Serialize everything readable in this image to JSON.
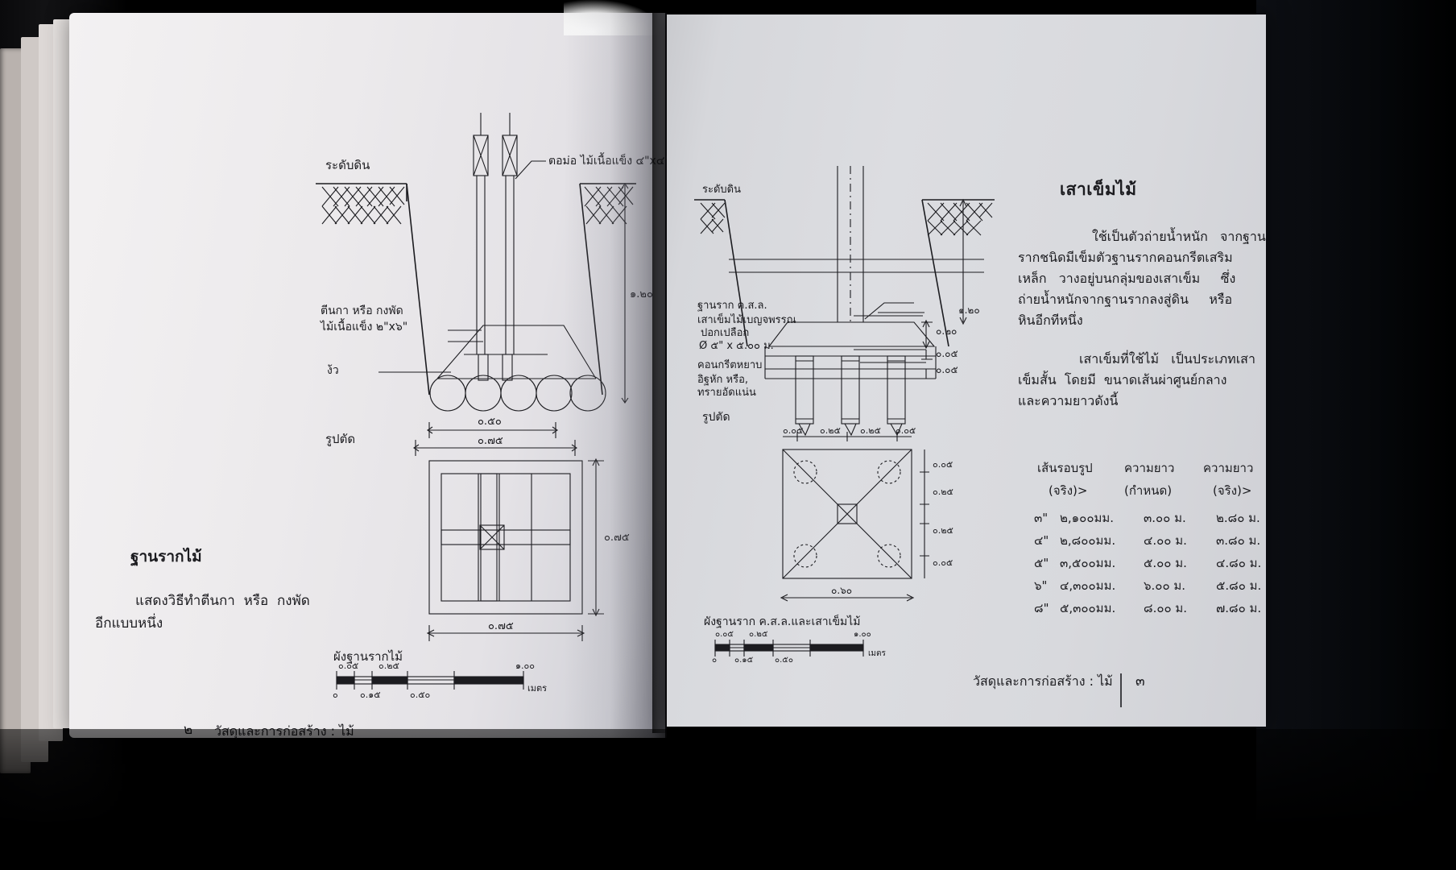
{
  "document": {
    "type": "scanned-book-spread",
    "language": "Thai",
    "subject": "Wood foundations and timber piles"
  },
  "left_page": {
    "folio": "๒",
    "footer": "วัสดุและการก่อสร้าง : ไม้",
    "figure_top": {
      "caption": "รูปตัด",
      "labels": {
        "ground_level": "ระดับดิน",
        "post": "ตอม่อ ไม้เนื้อแข็ง ๔\"x๔\"",
        "spreader_1": "ตีนกา หรือ กงพัด",
        "spreader_2": "ไม้เนื้อแข็ง ๒\"x๖\"",
        "logs": "ง้ว"
      },
      "dimensions": {
        "depth": "๑.๒๐",
        "inner_width": "๐.๕๐",
        "outer_width": "๐.๗๕"
      }
    },
    "figure_bottom": {
      "caption": "ผังฐานรากไม้",
      "dimensions": {
        "height": "๐.๗๕",
        "width": "๐.๗๕"
      },
      "scale_bar": {
        "ticks": [
          "๐",
          "๐.๐๕",
          "๐.๑๕",
          "๐.๒๕",
          "๐.๕๐",
          "๑.๐๐"
        ],
        "unit": "เมตร"
      }
    },
    "body": {
      "heading": "ฐานรากไม้",
      "paragraph_line1": "แสดงวิธีทำตีนกา  หรือ  กงพัด",
      "paragraph_line2": "อีกแบบหนึ่ง"
    }
  },
  "right_page": {
    "folio": "๓",
    "footer": "วัสดุและการก่อสร้าง : ไม้",
    "figure_top": {
      "caption": "รูปตัด",
      "labels": {
        "ground_level": "ระดับดิน",
        "footing": "ฐานราก ค.ส.ล.",
        "pile_1": "เสาเข็มไม้เบญจพรรณ",
        "pile_2": "ปอกเปลือก",
        "pile_3": "Ø ๕\" x ๕.๐๐ ม.",
        "lean_concrete": "คอนกรีตหยาบ",
        "base_1": "อิฐหัก หรือ,",
        "base_2": "ทรายอัดแน่น"
      },
      "dimensions": {
        "depth": "๑.๒๐",
        "d1": "๐.๒๐",
        "d2": "๐.๐๕",
        "d3": "๐.๐๕"
      }
    },
    "figure_bottom": {
      "caption": "ผังฐานราก ค.ส.ล.และเสาเข็มไม้",
      "top_dims": [
        "๐.๐๕",
        "๐.๒๕",
        "๐.๒๕",
        "๐.๐๕"
      ],
      "side_dims": [
        "๐.๐๕",
        "๐.๒๕",
        "๐.๒๕",
        "๐.๐๕"
      ],
      "overall": "๐.๖๐",
      "scale_bar": {
        "ticks": [
          "๐",
          "๐.๐๕",
          "๐.๑๕",
          "๐.๒๕",
          "๐.๕๐",
          "๑.๐๐"
        ],
        "unit": "เมตร"
      }
    },
    "article": {
      "heading": "เสาเข็มไม้",
      "paragraph1": [
        "ใช้เป็นตัวถ่ายน้ำหนัก   จากฐาน",
        "รากชนิดมีเข็มตัวฐานรากคอนกรีตเสริม",
        "เหล็ก   วางอยู่บนกลุ่มของเสาเข็ม     ซึ่ง",
        "ถ่ายน้ำหนักจากฐานรากลงสู่ดิน     หรือ",
        "หินอีกทีหนึ่ง"
      ],
      "paragraph2": [
        "เสาเข็มที่ใช้ไม้   เป็นประเภทเสา",
        "เข็มสั้น  โดยมี  ขนาดเส้นผ่าศูนย์กลาง",
        "และความยาวดังนี้"
      ],
      "table": {
        "headers_line1": [
          "เส้นรอบรูป",
          "ความยาว",
          "ความยาว"
        ],
        "headers_line2": [
          "(จริง)>",
          "(กำหนด)",
          "(จริง)>"
        ],
        "rows": [
          [
            "๓\"",
            "๒,๑๐๐มม.",
            "๓.๐๐ ม.",
            "๒.๘๐ ม."
          ],
          [
            "๔\"",
            "๒,๘๐๐มม.",
            "๔.๐๐ ม.",
            "๓.๘๐ ม."
          ],
          [
            "๕\"",
            "๓,๕๐๐มม.",
            "๕.๐๐ ม.",
            "๔.๘๐ ม."
          ],
          [
            "๖\"",
            "๔,๓๐๐มม.",
            "๖.๐๐ ม.",
            "๕.๘๐ ม."
          ],
          [
            "๘\"",
            "๕,๓๐๐มม.",
            "๘.๐๐ ม.",
            "๗.๘๐ ม."
          ]
        ]
      }
    }
  }
}
